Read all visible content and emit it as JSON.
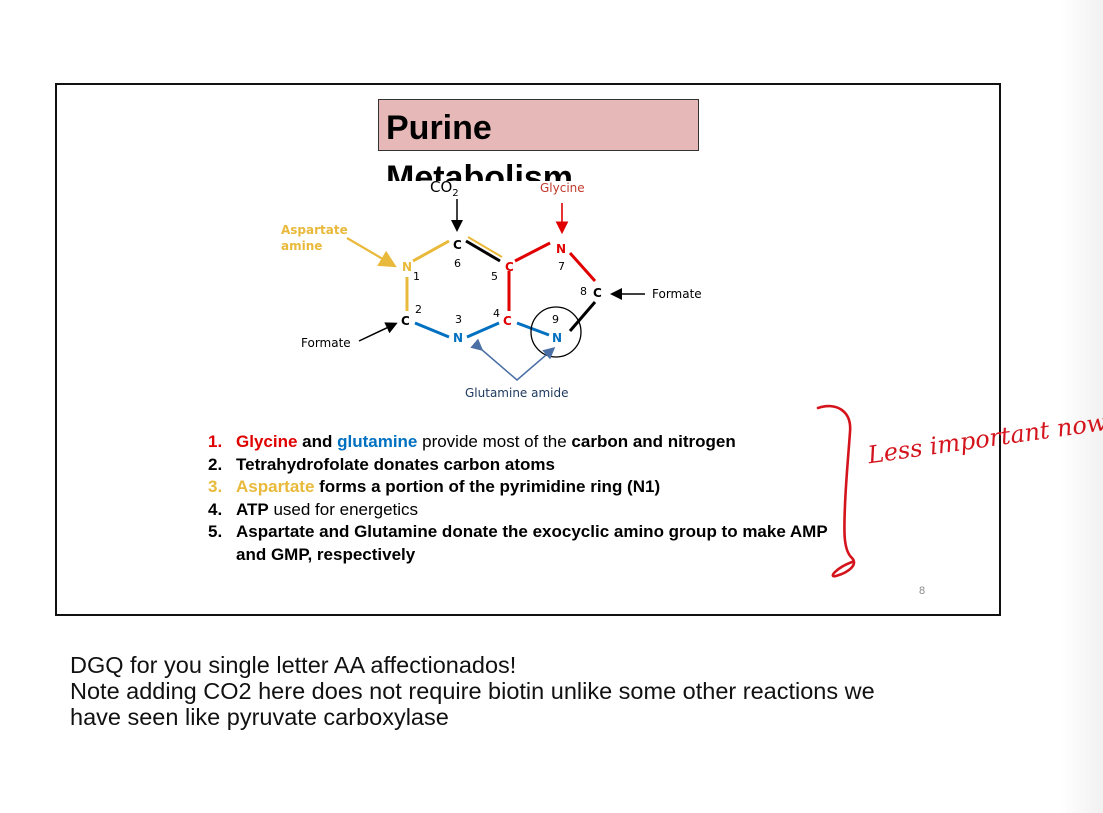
{
  "slide": {
    "title_line1": "Purine",
    "title_line2": "Metabolism",
    "diagram": {
      "co2_label": "CO",
      "co2_sub": "2",
      "glycine_label": "Glycine",
      "aspartate_label_1": "Aspartate",
      "aspartate_label_2": "amine",
      "formate_right": "Formate",
      "formate_left": "Formate",
      "glutamine_label": "Glutamine amide",
      "atoms": {
        "n1": "N",
        "c6": "C",
        "c5": "C",
        "n7": "N",
        "c8": "C",
        "n9": "N",
        "c4": "C",
        "n3": "N",
        "c2": "C"
      },
      "numbers": {
        "one": "1",
        "two": "2",
        "three": "3",
        "four": "4",
        "five": "5",
        "six": "6",
        "seven": "7",
        "eight": "8",
        "nine": "9"
      }
    },
    "points": [
      {
        "num": "1.",
        "parts": [
          "Glycine",
          " and ",
          "glutamine",
          " provide most of the ",
          "carbon and nitrogen"
        ]
      },
      {
        "num": "2.",
        "text": "Tetrahydrofolate donates carbon atoms"
      },
      {
        "num": "3.",
        "parts": [
          "Aspartate",
          " forms a portion of the pyrimidine ring (N1)"
        ]
      },
      {
        "num": "4.",
        "parts": [
          "ATP",
          " used for energetics"
        ]
      },
      {
        "num": "5.",
        "text": "Aspartate and Glutamine donate the exocyclic amino group to make AMP and GMP, respectively"
      }
    ],
    "page_number": "8"
  },
  "annotation": {
    "handwriting": "Less important now"
  },
  "notes": {
    "line1": "DGQ for you single letter AA affectionados!",
    "line2": "Note adding CO2 here does not require biotin unlike some other reactions we",
    "line3": "have seen like pyruvate carboxylase"
  },
  "colors": {
    "title_fill": "#e6b8b7",
    "red": "#e00000",
    "blue": "#0070c0",
    "gold": "#e8b93a",
    "ink": "#d4141c"
  }
}
